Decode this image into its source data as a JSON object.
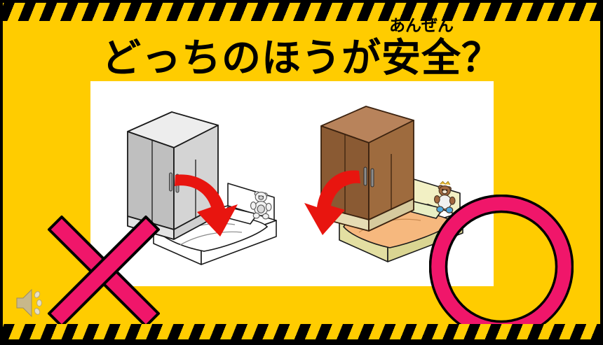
{
  "page": {
    "title_main": "どっちのほうが安全？",
    "title_lead": "どっちのほうが",
    "title_kanji": "安全",
    "title_ruby": "あんぜん",
    "title_tail": "？"
  },
  "colors": {
    "background_yellow": "#FFCC00",
    "frame_black": "#000000",
    "panel_white": "#FFFFFF",
    "mark_pink": "#F0166A",
    "arrow_red": "#E8150F",
    "wardrobe_gray": "#C8C8C8",
    "wardrobe_brown": "#9B6239",
    "speaker_tan": "#C8B88A"
  },
  "border": {
    "style_name": "hazard-stripe",
    "stripe_dark": "#000000",
    "stripe_light": "#FFCC00"
  },
  "illustration": {
    "left_scene": {
      "name": "unsafe-bedroom",
      "wardrobe_color_name": "gray",
      "bed_style": "outline",
      "arrow_name": "falling-toward-bed-arrow",
      "arrow_direction": "toward bed",
      "toy_name": "teddy-bear",
      "verdict": "x"
    },
    "right_scene": {
      "name": "safe-bedroom",
      "wardrobe_color_name": "brown",
      "bed_style": "colored",
      "arrow_name": "falling-away-from-bed-arrow",
      "arrow_direction": "away from bed",
      "toy_name": "teddy-bear",
      "verdict": "o"
    }
  },
  "marks": {
    "x_label": "×",
    "x_meaning": "unsafe",
    "o_label": "○",
    "o_meaning": "safe"
  },
  "audio": {
    "icon_name": "speaker-icon",
    "state": "sound-on"
  }
}
